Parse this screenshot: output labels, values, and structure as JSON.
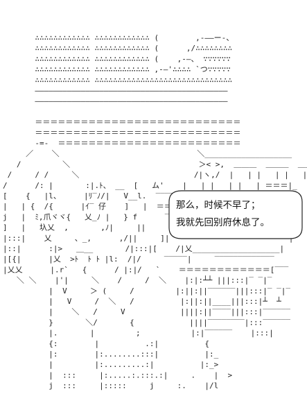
{
  "speech_bubble": {
    "line_1": "那么，时候不早了；",
    "line_2": "我就先回别府休息了。"
  },
  "art": {
    "ink_color": "#222222",
    "background_color": "#ffffff",
    "lines": [
      "       ∴∴∴∴∴∴∴∴∴∴∴∴ ∴∴∴∴∴∴∴∴∴∴∴∴ (        ,-――ー-、",
      "       ∴∴∴∴∴∴∴∴∴∴∴∴ ∴∴∴∴∴∴∴∴∴∴∴∴ (      ,/∴∴∴∴∴∴∴∴",
      "       ∴∴∴∴∴∴∴∴∴∴∴∴ ∴∴∴∴∴∴∴∴∴∴∴∴ (    ,-―、 ∵∵∵∵∵∵",
      "       ∴∴∴∴∴∴∴∴∴∴∴∴ ∴∴∴∴∴∴∴∴∴∴∴∴ ,-―'∴∴∴∴ `つ∵∵∵∵∵",
      "       ∴∴∴∴∴∴∴∴∴∴∴∴ ∴∴∴∴∴∴∴∴∴∴∴∴∴∴∴∴∴∴∴∴∴∴∴∴∴∴∴∴∴∴",
      "       ――――――――――――――――――――――――――――――――――――――――――",
      "       ――――――――――――――――――――――――――――――――――――――――――",
      "",
      "       ＝＝＝＝＝＝＝＝＝＝＝＝＝＝＝＝＝＝＝＝＝＝＝＝＝＝＝",
      "       ＝＝＝＝＝＝＝＝＝＝＝＝＝＝＝＝＝＝＝＝＝＝＝＝＝＝＝",
      "       -=-  ＝＝＝＝＝＝＝＝＝＝＝＝＝＝＝＝＝＝＝＝＝＝＝＝",
      "     ／    ＼                              ＼___________________",
      "   /         ＼                            ＞< >,  ＿＿＿  ＿＿＿  ＿＿＿  ＝＝＝|",
      " /     / /     ＼                         /|ヽ,/  |   | |   | |   | ＝＝＝|",
      "/      /: |       :|.ﾄ、 __  [   ム'    |   | |   | |   | ＝＝＝|_",
      "[    {   |l、     |ﾘ‾ﾉ/|   V__l.  ‾‾‾‾‾‾‾‾‾‾‾‾‾‾‾‾‾‾_-‾",
      "|   | {  /{      |ｲ‾ 仔    ]   |  ＝＝＝＝＝＝＝  _- ‾  ...",
      "j   |  ﾐ,爪ヾヾ{   乂_ﾉ |   } f      ‾‾‾‾‾‾‾‾‾‾‾‾   、",
      "]   |   圦乂  ,       ,ﾉ|     ||                          |",
      "|:::|    乂     、_,      ,/||     ]|                          |",
      "|::|      :|>   ＿__       /|:::|[    /|乂___________________|",
      "|[{|      |乂  >ﾄ  ﾄ ﾄ |l:  /|/     ‾‾‾‾‾|     ‾‾‾‾‾‾‾‾‾‾‾‾‾",
      "|乂乂      |.r`   {      / |:|/   `    ＝＝＝＝＝＝＝＝＝＝＝＝[‾‾‾",
      "   ＼ ＼    |'|     ＼    /     /  ＼    |:|:┴┴ |||:::|‾ ‾|‾",
      "          |  V     ＞ (     /         |:||:||‾‾‾‾‾‾|||:::|‾ ‾|‾",
      "          |   V     /  ＼   /          |:||:||____|||:::|┴  ┴",
      "          |    ＼   /     V            ||||:||‾‾‾‾|||:::|‾‾‾‾‾‾",
      "          }       ＼/       {            ||||‾‾‾‾‾‾‾‾|:::‾‾‾‾‾‾",
      "          |.       |         ;           |:|‾‾‾‾‾‾    |:::|",
      "          {:        |          .:|          {",
      "          |:        |:........:::|          |:_",
      "          |         |:.........:|          |:_>",
      "          |  :::     |:.....:.:::.:|     .    |  >",
      "          j  :::     |:::::     j     :.    |/l"
    ]
  }
}
